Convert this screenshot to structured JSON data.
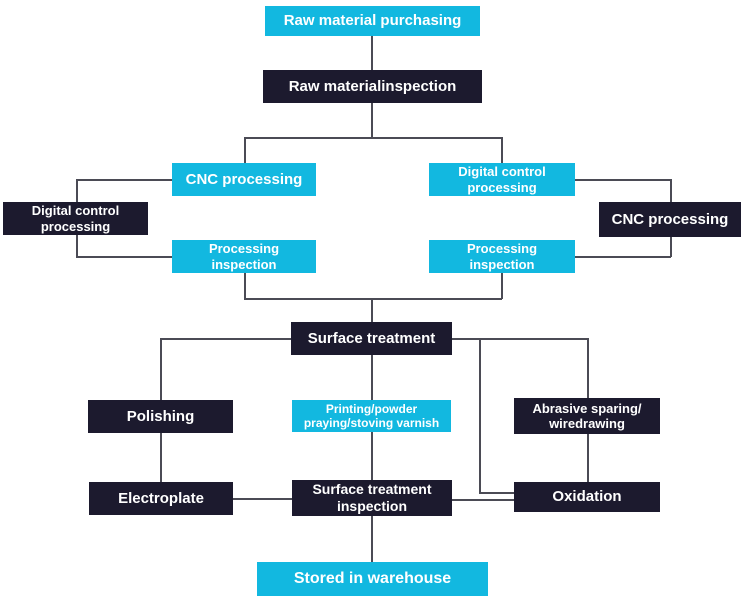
{
  "diagram_type": "process-flowchart",
  "colors": {
    "accent_cyan": "#12b8e0",
    "dark_navy": "#1c1a2e",
    "connector_gray": "#4b4b55",
    "text": "#ffffff",
    "background": "#ffffff"
  },
  "nodes": {
    "raw_material_purchasing": {
      "lines": [
        "Raw material purchasing"
      ],
      "color": "cyan"
    },
    "raw_material_inspection": {
      "lines": [
        "Raw materialinspection"
      ],
      "color": "navy"
    },
    "cnc_processing_left": {
      "lines": [
        "CNC processing"
      ],
      "color": "cyan"
    },
    "digital_control_processing_left": {
      "lines": [
        "Digital control",
        "processing"
      ],
      "color": "navy"
    },
    "processing_inspection_left": {
      "lines": [
        "Processing",
        "inspection"
      ],
      "color": "cyan"
    },
    "digital_control_processing_right": {
      "lines": [
        "Digital control",
        "processing"
      ],
      "color": "cyan"
    },
    "cnc_processing_right": {
      "lines": [
        "CNC processing"
      ],
      "color": "navy"
    },
    "processing_inspection_right": {
      "lines": [
        "Processing",
        "inspection"
      ],
      "color": "cyan"
    },
    "surface_treatment": {
      "lines": [
        "Surface treatment"
      ],
      "color": "navy"
    },
    "polishing": {
      "lines": [
        "Polishing"
      ],
      "color": "navy"
    },
    "printing_powder_spraying": {
      "lines": [
        "Printing/powder",
        "praying/stoving varnish"
      ],
      "color": "cyan"
    },
    "abrasive_sparing": {
      "lines": [
        "Abrasive sparing/",
        "wiredrawing"
      ],
      "color": "navy"
    },
    "electroplate": {
      "lines": [
        "Electroplate"
      ],
      "color": "navy"
    },
    "surface_treatment_inspection": {
      "lines": [
        "Surface treatment",
        "inspection"
      ],
      "color": "navy"
    },
    "oxidation": {
      "lines": [
        "Oxidation"
      ],
      "color": "navy"
    },
    "stored_in_warehouse": {
      "lines": [
        "Stored in warehouse"
      ],
      "color": "cyan"
    }
  },
  "connections": [
    "Raw material purchasing -> Raw materialinspection",
    "Raw materialinspection -> CNC processing (left branch)",
    "Raw materialinspection -> Digital control processing (right branch)",
    "CNC processing (left) -> Digital control processing (left) -> Processing inspection (left)",
    "Digital control processing (right) -> CNC processing (right) -> Processing inspection (right)",
    "Processing inspection (left) -> Surface treatment",
    "Processing inspection (right) -> Surface treatment",
    "Surface treatment -> Polishing",
    "Surface treatment -> Printing/powder praying/stoving varnish",
    "Surface treatment -> Abrasive sparing/wiredrawing",
    "Surface treatment -> Oxidation",
    "Polishing -> Electroplate",
    "Printing/powder praying/stoving varnish -> Surface treatment inspection",
    "Abrasive sparing/wiredrawing -> Oxidation",
    "Electroplate -> Surface treatment inspection",
    "Oxidation -> Surface treatment inspection",
    "Surface treatment inspection -> Stored in warehouse"
  ]
}
